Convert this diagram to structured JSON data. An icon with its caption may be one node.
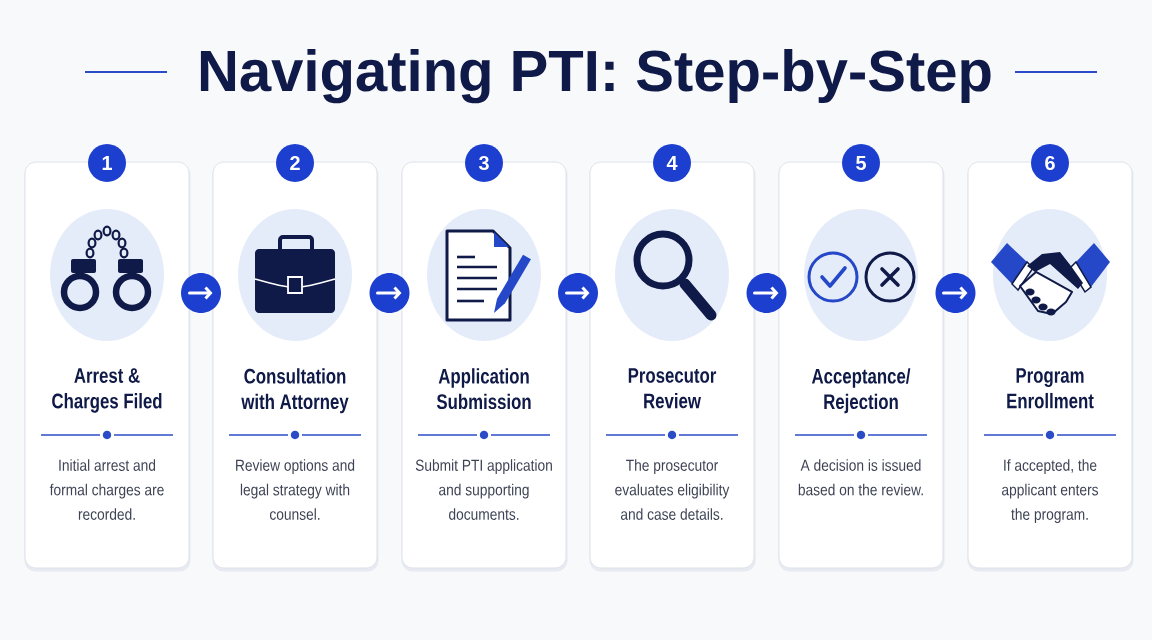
{
  "diagram": {
    "title": "Navigating PTI: Step-by-Step",
    "nodes": [
      {
        "text": [
          "1",
          "Arrest & Charges Filed",
          "Initial arrest and formal charges are recorded."
        ]
      },
      {
        "text": [
          "2",
          "Consultation with Attorney",
          "Review options and legal strategy with counsel."
        ]
      },
      {
        "text": [
          "3",
          "Application Submission",
          "Submit PTI application and supporting documents."
        ]
      },
      {
        "text": [
          "4",
          "Prosecutor Review",
          "The prosecutor evaluates eligibility and case details."
        ]
      },
      {
        "text": [
          "5",
          "Acceptance/ Rejection",
          "A decision is issued based on the review."
        ]
      },
      {
        "text": [
          "6",
          "Program Enrollment",
          "If accepted, the applicant enters the program."
        ]
      }
    ],
    "edges": [
      {
        "from": 0,
        "to": 1,
        "arrow": "to"
      },
      {
        "from": 1,
        "to": 2,
        "arrow": "to"
      },
      {
        "from": 2,
        "to": 3,
        "arrow": "to"
      },
      {
        "from": 3,
        "to": 4,
        "arrow": "to"
      },
      {
        "from": 4,
        "to": 5,
        "arrow": "to"
      }
    ]
  }
}
